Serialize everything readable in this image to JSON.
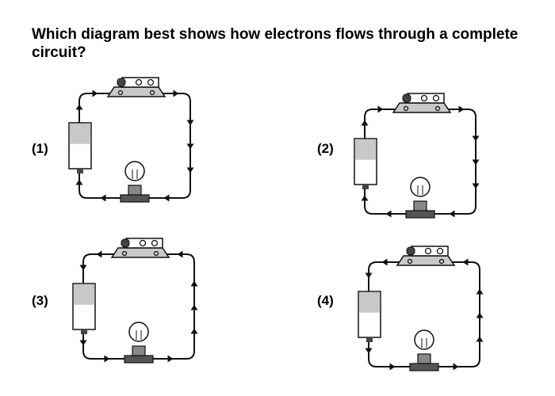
{
  "question": "Which diagram best shows how electrons flows through a complete circuit?",
  "options": [
    {
      "label": "(1)",
      "arrows": "clockwise"
    },
    {
      "label": "(2)",
      "arrows": "clockwise"
    },
    {
      "label": "(3)",
      "arrows": "counterclockwise"
    },
    {
      "label": "(4)",
      "arrows": "counterclockwise"
    }
  ]
}
